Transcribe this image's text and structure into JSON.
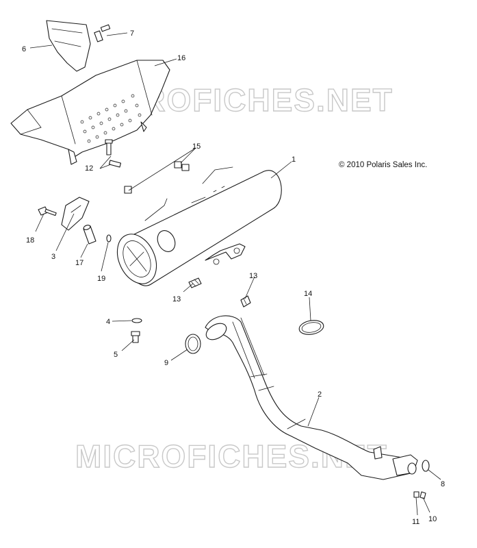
{
  "copyright": "© 2010 Polaris Sales Inc.",
  "watermark": "MICROFICHES.NET",
  "callouts": [
    "1",
    "2",
    "3",
    "4",
    "5",
    "6",
    "7",
    "8",
    "9",
    "10",
    "11",
    "12",
    "13",
    "13",
    "14",
    "15",
    "16",
    "17",
    "18",
    "19"
  ],
  "colors": {
    "line": "#1a1a1a",
    "watermark": "#c8c8c8",
    "background": "#ffffff"
  }
}
